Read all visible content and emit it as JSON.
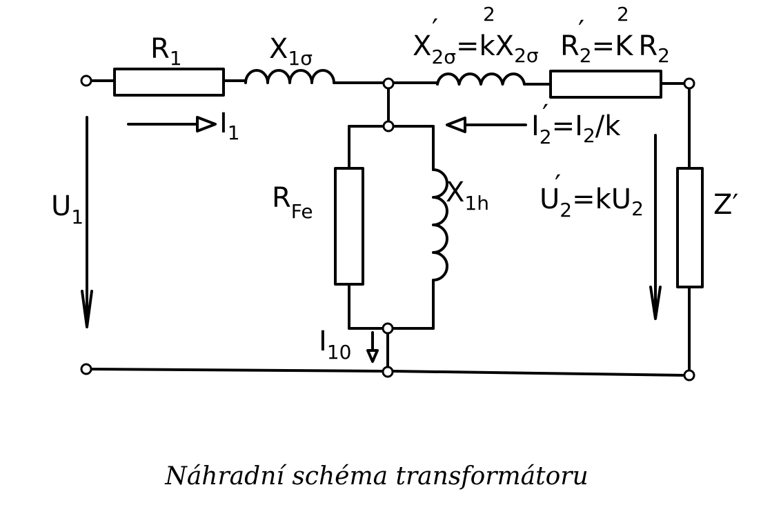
{
  "diagram": {
    "caption": "Náhradní schéma transformátoru",
    "labels": {
      "r1": "R",
      "r1_sub": "1",
      "x1s": "X",
      "x1s_sub": "1σ",
      "x2s_main": "X",
      "x2s_sub": "2σ",
      "x2s_prime": "′",
      "x2s_eq": "=",
      "x2s_k": "k",
      "x2s_exp": "2",
      "x2s_rhs": "X",
      "x2s_rhs_sub": "2σ",
      "r2_main": "R",
      "r2_prime": "′",
      "r2_sub": "2",
      "r2_eq": "=",
      "r2_k": "K",
      "r2_exp": "2",
      "r2_rhs": "R",
      "r2_rhs_sub": "2",
      "i1": "I",
      "i1_sub": "1",
      "i2_main": "I",
      "i2_prime": "′",
      "i2_sub": "2",
      "i2_eq": "=",
      "i2_rhs": "I",
      "i2_rhs_sub": "2",
      "i2_rhs_tail": "/k",
      "u1": "U",
      "u1_sub": "1",
      "rfe": "R",
      "rfe_sub": "Fe",
      "x1h": "X",
      "x1h_sub": "1h",
      "u2_main": "U",
      "u2_prime": "′",
      "u2_sub": "2",
      "u2_eq": "=k",
      "u2_rhs": "U",
      "u2_rhs_sub": "2",
      "z": "Z",
      "z_prime": "′",
      "i10": "I",
      "i10_sub": "10"
    }
  }
}
